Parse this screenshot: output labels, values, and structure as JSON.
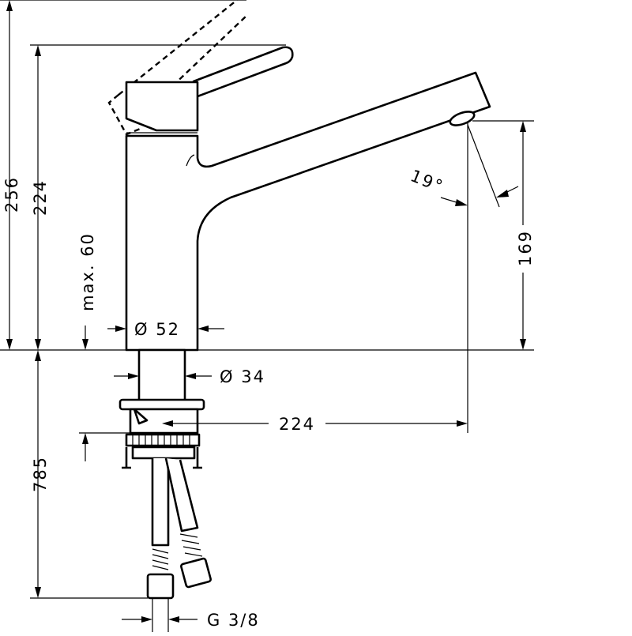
{
  "dimensions": {
    "total_height": "256",
    "spout_height": "224",
    "max_deck_thickness": "max. 60",
    "body_diameter": "Ø 52",
    "shank_diameter": "Ø 34",
    "spout_reach": "224",
    "outlet_height": "169",
    "outlet_angle": "19°",
    "hose_length": "785",
    "connection_thread": "G 3/8"
  }
}
